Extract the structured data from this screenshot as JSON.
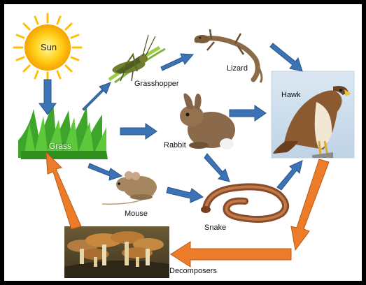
{
  "organisms": {
    "sun": "Sun",
    "grass": "Grass",
    "grasshopper": "Grasshopper",
    "lizard": "Lizard",
    "hawk": "Hawk",
    "rabbit": "Rabbit",
    "mouse": "Mouse",
    "snake": "Snake",
    "decomposers": "Decomposers"
  },
  "colors": {
    "energy_arrow": "#3b73b6",
    "decomposition_arrow": "#ec7b2a",
    "sun": "#ffcc1a"
  }
}
